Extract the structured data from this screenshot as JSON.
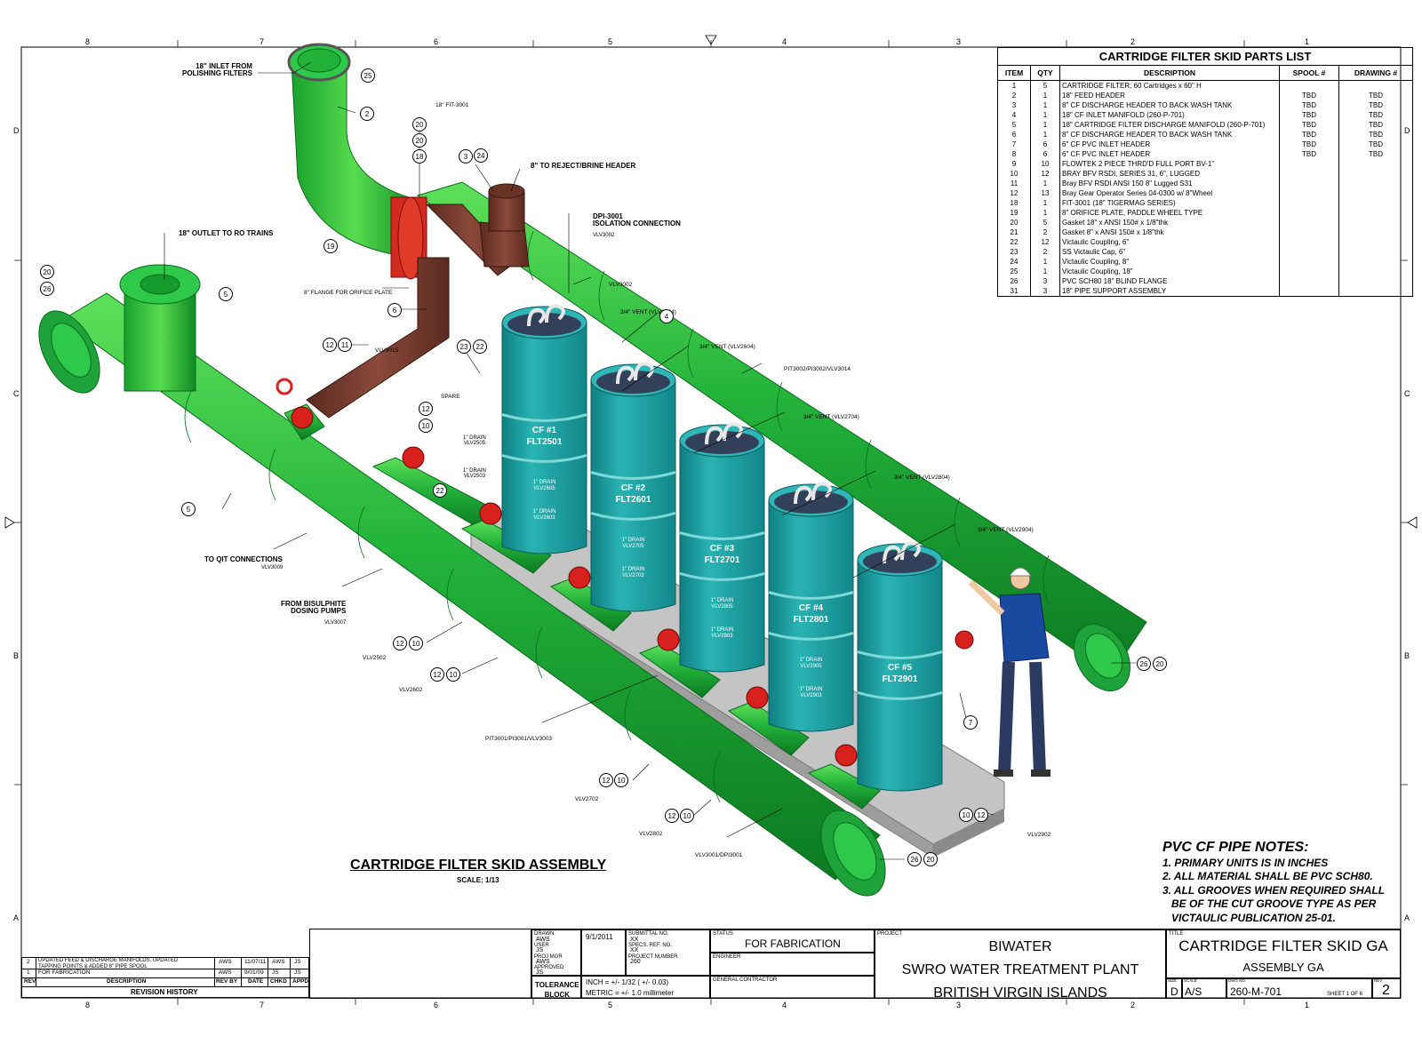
{
  "colors": {
    "pipe_green": "#22b23a",
    "pipe_dark_green": "#128a2a",
    "filter_teal": "#1ea0a0",
    "brown_pipe": "#7a3b2e",
    "valve_red": "#d8201c",
    "slab": "#bcbcbc"
  },
  "zones": {
    "top": [
      "8",
      "7",
      "6",
      "5",
      "4",
      "3",
      "2",
      "1"
    ],
    "side": [
      "D",
      "C",
      "B",
      "A"
    ]
  },
  "parts_list": {
    "title": "CARTRIDGE FILTER SKID PARTS LIST",
    "headers": [
      "ITEM",
      "QTY",
      "DESCRIPTION",
      "SPOOL #",
      "DRAWING #"
    ],
    "rows": [
      [
        "1",
        "5",
        "CARTRIDGE FILTER, 60 Cartridges x 60\" H",
        "",
        ""
      ],
      [
        "2",
        "1",
        "18\" FEED HEADER",
        "TBD",
        "TBD"
      ],
      [
        "3",
        "1",
        "8\" CF DISCHARGE HEADER TO BACK WASH TANK",
        "TBD",
        "TBD"
      ],
      [
        "4",
        "1",
        "18\" CF INLET MANIFOLD (260-P-701)",
        "TBD",
        "TBD"
      ],
      [
        "5",
        "1",
        "18\" CARTRIDGE FILTER DISCHARGE MANIFOLD  (260-P-701)",
        "TBD",
        "TBD"
      ],
      [
        "6",
        "1",
        "8\" CF DISCHARGE HEADER TO BACK WASH TANK",
        "TBD",
        "TBD"
      ],
      [
        "7",
        "6",
        "6\" CF PVC INLET HEADER",
        "TBD",
        "TBD"
      ],
      [
        "8",
        "6",
        "6\" CF PVC INLET HEADER",
        "TBD",
        "TBD"
      ],
      [
        "9",
        "10",
        "FLOWTEK 2 PIECE THRD'D FULL PORT BV-1\"",
        "",
        ""
      ],
      [
        "10",
        "12",
        "BRAY BFV RSDI, SERIES 31, 6\", LUGGED",
        "",
        ""
      ],
      [
        "11",
        "1",
        "Bray BFV RSDI ANSI 150 8\" Lugged S31",
        "",
        ""
      ],
      [
        "12",
        "13",
        "Bray Gear Operator Series 04-0300 w/ 8\"Wheel",
        "",
        ""
      ],
      [
        "18",
        "1",
        "FIT-3001 (18\" TIGERMAG SERIES)",
        "",
        ""
      ],
      [
        "19",
        "1",
        "8\" ORIFICE PLATE, PADDLE WHEEL TYPE",
        "",
        ""
      ],
      [
        "20",
        "5",
        "Gasket 18\" x ANSI 150# x 1/8\"thk",
        "",
        ""
      ],
      [
        "21",
        "2",
        "Gasket 8\" x ANSI 150# x 1/8\"thk",
        "",
        ""
      ],
      [
        "22",
        "12",
        "Victaulic Coupling, 6\"",
        "",
        ""
      ],
      [
        "23",
        "2",
        "SS Victaulic Cap, 6\"",
        "",
        ""
      ],
      [
        "24",
        "1",
        "Victaulic Coupling, 8\"",
        "",
        ""
      ],
      [
        "25",
        "1",
        "Victaulic Coupling, 18\"",
        "",
        ""
      ],
      [
        "26",
        "3",
        "PVC SCH80 18\" BLIND FLANGE",
        "",
        ""
      ],
      [
        "31",
        "3",
        "18\" PIPE SUPPORT ASSEMBLY",
        "",
        ""
      ]
    ]
  },
  "filters": [
    {
      "name": "CF #1",
      "tag": "FLT2501",
      "drains": [
        "1\" DRAIN\nVLV2605",
        "1\" DRAIN\nVLV2603"
      ]
    },
    {
      "name": "CF #2",
      "tag": "FLT2601",
      "drains": [
        "1\" DRAIN\nVLV2705",
        "1\" DRAIN\nVLV2703"
      ]
    },
    {
      "name": "CF #3",
      "tag": "FLT2701",
      "drains": [
        "1\" DRAIN\nVLV2805",
        "1\" DRAIN\nVLV2803"
      ]
    },
    {
      "name": "CF #4",
      "tag": "FLT2801",
      "drains": [
        "1\" DRAIN\nVLV2905",
        "1\" DRAIN\nVLV2903"
      ]
    },
    {
      "name": "CF #5",
      "tag": "FLT2901",
      "drains": []
    }
  ],
  "labels": {
    "inlet": "18\" INLET FROM\nPOLISHING FILTERS",
    "fit": "18\" FIT-3001",
    "reject": "8\" TO REJECT/BRINE HEADER",
    "dpi_title": "DPI-3001\nISOLATION CONNECTION",
    "dpi_sub": "VLV3002",
    "vlv3002": "VLV3002",
    "outlet": "18\" OUTLET TO  RO TRAINS",
    "flange": "8\" FLANGE FOR ORIFICE PLATE",
    "vlv3015": "VLV3015",
    "spare": "SPARE",
    "vent1": "3/4\" VENT (VLV2504)",
    "vent2": "3/4\" VENT (VLV2604)",
    "vent3": "3/4\" VENT (VLV2704)",
    "vent4": "3/4\" VENT (VLV2804)",
    "vent5": "3/4\" VENT (VLV2904)",
    "pit": "PIT3002/PI3002/VLV3014",
    "drain1": "1\" DRAIN\nVLV2505",
    "drain2": "1\" DRAIN\nVLV2503",
    "qit": "TO QIT CONNECTIONS",
    "qit_sub": "VLV3009",
    "bisul": "FROM BISULPHITE\nDOSING PUMPS",
    "bisul_sub": "VLV3007",
    "vlv2502": "VLV2502",
    "vlv2602": "VLV2602",
    "pit3001": "PIT3001/PI3001/VLV3003",
    "vlv2702": "VLV2702",
    "vlv2802": "VLV2802",
    "vlv3001": "VLV3001/DPI3001",
    "vlv2902": "VLV2902"
  },
  "bubbles": [
    {
      "id": "b25",
      "text": "25"
    },
    {
      "id": "b2",
      "text": "2"
    },
    {
      "id": "b20a",
      "text": "20"
    },
    {
      "id": "b20b",
      "text": "20"
    },
    {
      "id": "b18",
      "text": "18"
    },
    {
      "id": "b3",
      "text": "3"
    },
    {
      "id": "b24",
      "text": "24"
    },
    {
      "id": "b19",
      "text": "19"
    },
    {
      "id": "b6",
      "text": "6"
    },
    {
      "id": "b4",
      "text": "4"
    },
    {
      "id": "b20c",
      "text": "20"
    },
    {
      "id": "b26a",
      "text": "26"
    },
    {
      "id": "b5a",
      "text": "5"
    },
    {
      "id": "b12a",
      "text": "12"
    },
    {
      "id": "b11",
      "text": "11"
    },
    {
      "id": "b23",
      "text": "23"
    },
    {
      "id": "b22a",
      "text": "22"
    },
    {
      "id": "b12b",
      "text": "12"
    },
    {
      "id": "b10a",
      "text": "10"
    },
    {
      "id": "b22b",
      "text": "22"
    },
    {
      "id": "b5b",
      "text": "5"
    },
    {
      "id": "b12c",
      "text": "12"
    },
    {
      "id": "b10b",
      "text": "10"
    },
    {
      "id": "b12d",
      "text": "12"
    },
    {
      "id": "b10c",
      "text": "10"
    },
    {
      "id": "b12e",
      "text": "12"
    },
    {
      "id": "b10d",
      "text": "10"
    },
    {
      "id": "b12f",
      "text": "12"
    },
    {
      "id": "b10e",
      "text": "10"
    },
    {
      "id": "b10f",
      "text": "10"
    },
    {
      "id": "b12g",
      "text": "12"
    },
    {
      "id": "b26b",
      "text": "26"
    },
    {
      "id": "b20d",
      "text": "20"
    },
    {
      "id": "b26c",
      "text": "26"
    },
    {
      "id": "b20e",
      "text": "20"
    },
    {
      "id": "b7",
      "text": "7"
    }
  ],
  "assembly": {
    "title": "CARTRIDGE FILTER SKID ASSEMBLY",
    "scale": "SCALE: 1/13"
  },
  "notes": {
    "title": "PVC CF PIPE NOTES:",
    "lines": [
      "1. PRIMARY UNITS IS IN INCHES",
      "2. ALL MATERIAL SHALL BE PVC SCH80.",
      "3. ALL GROOVES WHEN REQUIRED SHALL",
      "   BE OF THE CUT GROOVE TYPE AS PER",
      "   VICTAULIC PUBLICATION 25-01."
    ]
  },
  "revisions": {
    "rows": [
      {
        "rev": "2",
        "desc": "UPDATED FEED & DISCHARGE MANIFOLDS. UPDATED\nTAPPING POINTS & ADDED 8\" PIPE SPOOL",
        "by": "AWS",
        "date": "11/07/11",
        "chkd": "AWS",
        "appd": "JS"
      },
      {
        "rev": "1",
        "desc": "FOR FABRICATION",
        "by": "AWS",
        "date": "9/01/09",
        "chkd": "JS",
        "appd": "JS"
      }
    ],
    "headers": [
      "REV",
      "DESCRIPTION",
      "REV BY",
      "DATE",
      "CHKD",
      "APPD"
    ],
    "title": "REVISION HISTORY"
  },
  "title_block": {
    "drawn_label": "DRAWN",
    "drawn": "AWS",
    "date": "9/1/2011",
    "user_label": "USER",
    "user": "JS",
    "proj_mgr_label": "PROJ MGR",
    "proj_mgr": "AWS",
    "approved_label": "APPROVED",
    "approved": "JS",
    "submittal_label": "SUBMITTAL NO.",
    "submittal": "XX",
    "spec_ref_label": "SPECS. REF. NO.",
    "spec_ref": "XX",
    "project_number_label": "PROJECT NUMBER",
    "project_number": "260",
    "tolerance_label": "TOLERANCE\nBLOCK",
    "tol_inch": "INCH = +/- 1/32 ( +/- 0.03)",
    "tol_metric": "METRIC = +/- 1.0 millimeter",
    "status_label": "STATUS",
    "status": "FOR FABRICATION",
    "engineer_label": "ENGINEER",
    "gc_label": "GENERAL CONTRACTOR",
    "project_label": "PROJECT",
    "project_lines": [
      "BIWATER",
      "SWRO WATER TREATMENT PLANT",
      "BRITISH VIRGIN ISLANDS"
    ],
    "title_label": "TITLE",
    "title": "CARTRIDGE FILTER SKID GA",
    "subtitle": "ASSEMBLY GA",
    "size_label": "SIZE",
    "size": "D",
    "scale_label": "SCALE",
    "scale": "A/S",
    "dwg_label": "DWG NO",
    "dwg": "260-M-701",
    "sheet": "SHEET 1  OF 6",
    "rev_label": "REV",
    "rev": "2"
  }
}
